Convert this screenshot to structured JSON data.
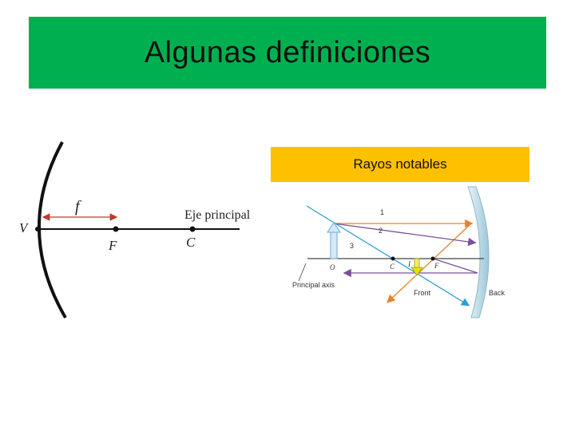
{
  "slide": {
    "title": "Algunas definiciones",
    "notable_rays_label": "Rayos notables"
  },
  "left_diagram": {
    "focal_label": "f",
    "vertex_label": "V",
    "focus_label": "F",
    "center_label": "C",
    "axis_label": "Eje principal"
  },
  "right_diagram": {
    "ray_labels": [
      "1",
      "2",
      "3"
    ],
    "object_label": "O",
    "center_label": "C",
    "image_label": "I",
    "focus_label": "F",
    "axis_label": "Principal axis",
    "front_label": "Front",
    "back_label": "Back",
    "colors": {
      "ray1": "#e8822a",
      "ray2": "#7b4f9e",
      "ray3": "#2e9fd3",
      "mirror": "#9cc7d8",
      "object_arrow": "#7fb6e0",
      "image_arrow": "#e8e000"
    }
  }
}
